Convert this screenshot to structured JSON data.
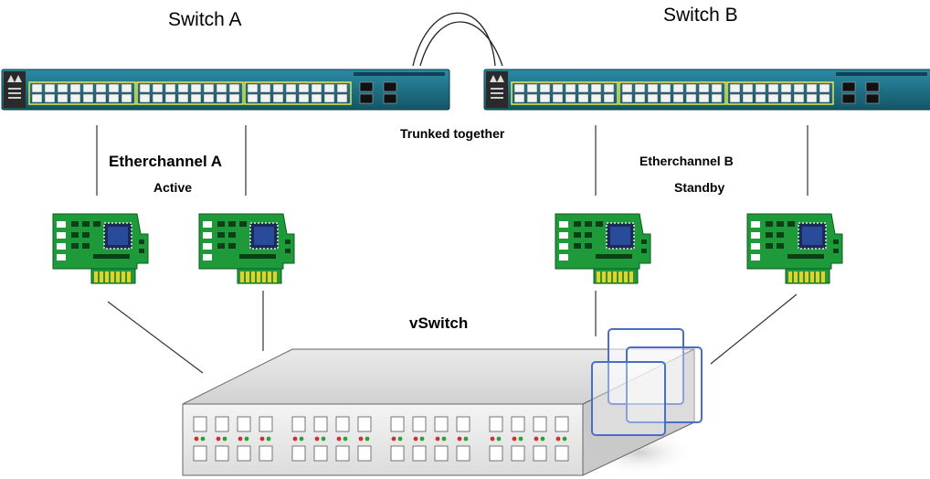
{
  "labels": {
    "switch_a": "Switch A",
    "switch_b": "Switch B",
    "trunk": "Trunked together",
    "etherchannel_a": "Etherchannel A",
    "etherchannel_a_mode": "Active",
    "etherchannel_b": "Etherchannel B",
    "etherchannel_b_mode": "Standby",
    "vswitch": "vSwitch"
  },
  "colors": {
    "switch_body": "#1d6f86",
    "port_border": "#e8e84a",
    "nic_board": "#1e9a3a",
    "chip": "#1b2b57",
    "pins": "#e8d02a",
    "vmware_logo": "#4a6ec8"
  }
}
